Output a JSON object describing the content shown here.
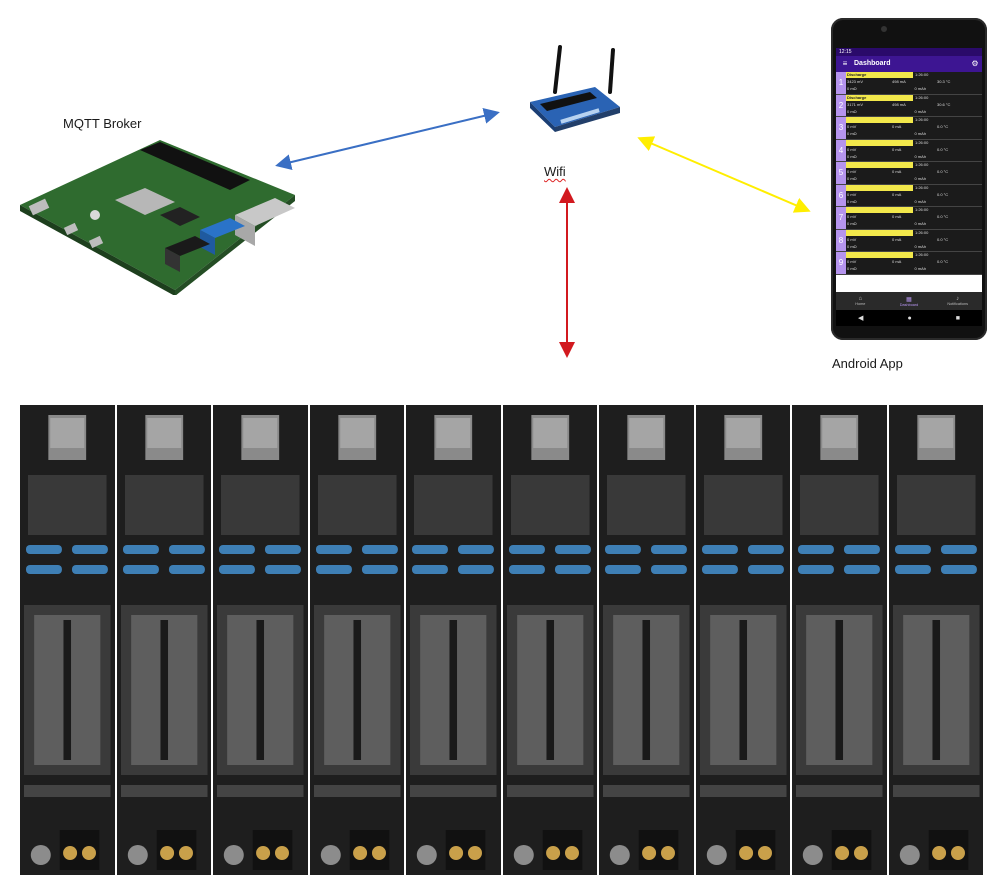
{
  "labels": {
    "mqtt_broker": "MQTT Broker",
    "wifi": "Wifi",
    "android_app": "Android App"
  },
  "phone": {
    "status_time": "12:15",
    "title": "Dashboard",
    "rows": [
      {
        "num": "1",
        "state": "Discharge",
        "time": "1:26:00",
        "mv": "3423 mV",
        "ma": "498 mA",
        "temp": "30.3 °C",
        "mohm": "0 mΩ",
        "mah": "0 mAh"
      },
      {
        "num": "2",
        "state": "Discharge",
        "time": "1:26:00",
        "mv": "3171 mV",
        "ma": "498 mA",
        "temp": "30.6 °C",
        "mohm": "0 mΩ",
        "mah": "0 mAh"
      },
      {
        "num": "3",
        "state": "",
        "time": "1:26:00",
        "mv": "0 mV",
        "ma": "0 mA",
        "temp": "0.0 °C",
        "mohm": "0 mΩ",
        "mah": "0 mAh"
      },
      {
        "num": "4",
        "state": "",
        "time": "1:26:00",
        "mv": "0 mV",
        "ma": "0 mA",
        "temp": "0.0 °C",
        "mohm": "0 mΩ",
        "mah": "0 mAh"
      },
      {
        "num": "5",
        "state": "",
        "time": "1:26:00",
        "mv": "0 mV",
        "ma": "0 mA",
        "temp": "0.0 °C",
        "mohm": "0 mΩ",
        "mah": "0 mAh"
      },
      {
        "num": "6",
        "state": "",
        "time": "1:26:00",
        "mv": "0 mV",
        "ma": "0 mA",
        "temp": "0.0 °C",
        "mohm": "0 mΩ",
        "mah": "0 mAh"
      },
      {
        "num": "7",
        "state": "",
        "time": "1:26:00",
        "mv": "0 mV",
        "ma": "0 mA",
        "temp": "0.0 °C",
        "mohm": "0 mΩ",
        "mah": "0 mAh"
      },
      {
        "num": "8",
        "state": "",
        "time": "1:26:00",
        "mv": "0 mV",
        "ma": "0 mA",
        "temp": "0.0 °C",
        "mohm": "0 mΩ",
        "mah": "0 mAh"
      },
      {
        "num": "9",
        "state": "",
        "time": "1:26:00",
        "mv": "0 mV",
        "ma": "0 mA",
        "temp": "0.0 °C",
        "mohm": "0 mΩ",
        "mah": "0 mAh"
      }
    ],
    "nav": {
      "home": "Home",
      "dashboard": "Dashboard",
      "notifications": "Notifications"
    }
  },
  "colors": {
    "arrow_broker_wifi": "#3a6fc4",
    "arrow_wifi_phone": "#ffee00",
    "arrow_wifi_boards": "#d2191f",
    "app_bar": "#3d1592",
    "slot_number": "#b594ee",
    "status_yellow": "#f2e84b"
  },
  "icons": {
    "router": "wifi-router-icon",
    "raspberry_pi": "raspberry-pi-board",
    "boards": "battery-tester-boards"
  }
}
